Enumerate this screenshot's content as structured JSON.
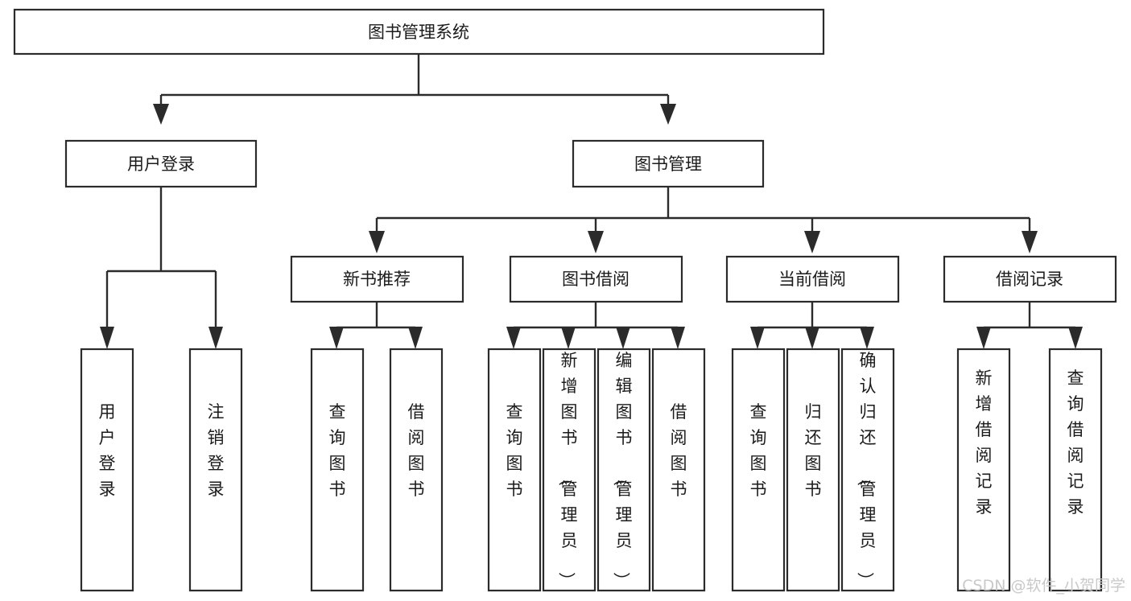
{
  "diagram": {
    "title": "图书管理系统",
    "type": "tree",
    "orientation": "top-down",
    "colors": {
      "box_stroke": "#2b2b2b",
      "box_fill": "#ffffff",
      "connector": "#2b2b2b",
      "text": "#1b1b1b",
      "watermark": "#c9c9c9",
      "background": "#ffffff"
    },
    "root": {
      "label": "图书管理系统"
    },
    "level2": [
      {
        "label": "用户登录"
      },
      {
        "label": "图书管理"
      }
    ],
    "level3": [
      {
        "label": "新书推荐"
      },
      {
        "label": "图书借阅"
      },
      {
        "label": "当前借阅"
      },
      {
        "label": "借阅记录"
      }
    ],
    "leaves": {
      "user_login": [
        {
          "label": "用户登录"
        },
        {
          "label": "注销登录"
        }
      ],
      "new_book_recommend": [
        {
          "label": "查询图书"
        },
        {
          "label": "借阅图书"
        }
      ],
      "book_borrow": [
        {
          "label": "查询图书"
        },
        {
          "label": "新增图书（管理员）"
        },
        {
          "label": "编辑图书（管理员）"
        },
        {
          "label": "借阅图书"
        }
      ],
      "current_borrow": [
        {
          "label": "查询图书"
        },
        {
          "label": "归还图书"
        },
        {
          "label": "确认归还（管理员）"
        }
      ],
      "borrow_record": [
        {
          "label": "新增借阅记录"
        },
        {
          "label": "查询借阅记录"
        }
      ]
    }
  },
  "watermark": {
    "text": "CSDN @软件_小贺同学"
  }
}
